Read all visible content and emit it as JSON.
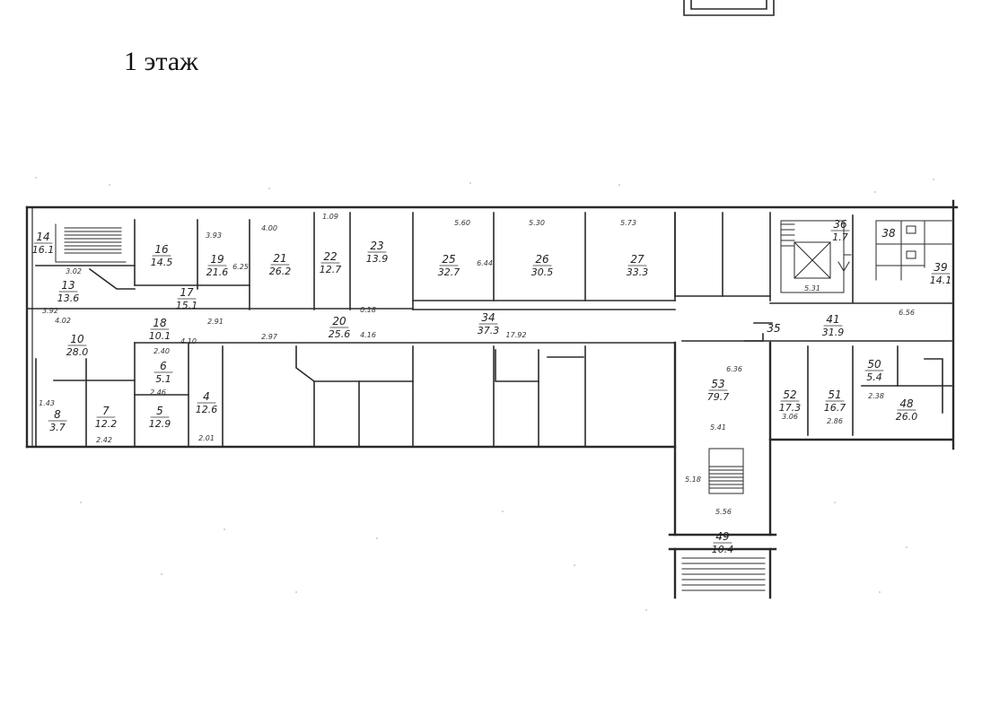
{
  "title": "1 этаж",
  "colors": {
    "line": "#2a2a2a",
    "paper": "#ffffff",
    "speckle": "#c9c9c9"
  },
  "rooms": [
    {
      "id": "14",
      "num": "14",
      "area": "16.1"
    },
    {
      "id": "13",
      "num": "13",
      "area": "13.6"
    },
    {
      "id": "16",
      "num": "16",
      "area": "14.5"
    },
    {
      "id": "19",
      "num": "19",
      "area": "21.6"
    },
    {
      "id": "21",
      "num": "21",
      "area": "26.2"
    },
    {
      "id": "22",
      "num": "22",
      "area": "12.7"
    },
    {
      "id": "23",
      "num": "23",
      "area": "13.9"
    },
    {
      "id": "25",
      "num": "25",
      "area": "32.7"
    },
    {
      "id": "26",
      "num": "26",
      "area": "30.5"
    },
    {
      "id": "27",
      "num": "27",
      "area": "33.3"
    },
    {
      "id": "36",
      "num": "36",
      "area": "1.7"
    },
    {
      "id": "41",
      "num": "41",
      "area": "31.9"
    },
    {
      "id": "17",
      "num": "17",
      "area": "15.1"
    },
    {
      "id": "18",
      "num": "18",
      "area": "10.1"
    },
    {
      "id": "20",
      "num": "20",
      "area": "25.6"
    },
    {
      "id": "34",
      "num": "34",
      "area": "37.3"
    },
    {
      "id": "10",
      "num": "10",
      "area": "28.0"
    },
    {
      "id": "8",
      "num": "8",
      "area": "3.7"
    },
    {
      "id": "7",
      "num": "7",
      "area": "12.2"
    },
    {
      "id": "5",
      "num": "5",
      "area": "12.9"
    },
    {
      "id": "6",
      "num": "6",
      "area": "5.1"
    },
    {
      "id": "4",
      "num": "4",
      "area": "12.6"
    },
    {
      "id": "53",
      "num": "53",
      "area": "79.7"
    },
    {
      "id": "52",
      "num": "52",
      "area": "17.3"
    },
    {
      "id": "51",
      "num": "51",
      "area": "16.7"
    },
    {
      "id": "50",
      "num": "50",
      "area": "5.4"
    },
    {
      "id": "48",
      "num": "48",
      "area": "26.0"
    },
    {
      "id": "49",
      "num": "49",
      "area": "10.4"
    },
    {
      "id": "35",
      "num": "35",
      "area": ""
    },
    {
      "id": "38",
      "num": "38",
      "area": ""
    },
    {
      "id": "39",
      "num": "39",
      "area": "14.1"
    }
  ],
  "dimensions": [
    "4.00",
    "3.93",
    "5.60",
    "5.30",
    "5.73",
    "1.09",
    "3.02",
    "3.92",
    "4.02",
    "2.97",
    "2.91",
    "4.16",
    "17.92",
    "5.41",
    "5.56",
    "2.46",
    "2.40",
    "2.01",
    "5.31",
    "6.56",
    "2.38",
    "2.86",
    "3.06",
    "6.44",
    "6.25",
    "4.10",
    "1.43",
    "2.42",
    "6.36",
    "5.18",
    "0.18"
  ]
}
